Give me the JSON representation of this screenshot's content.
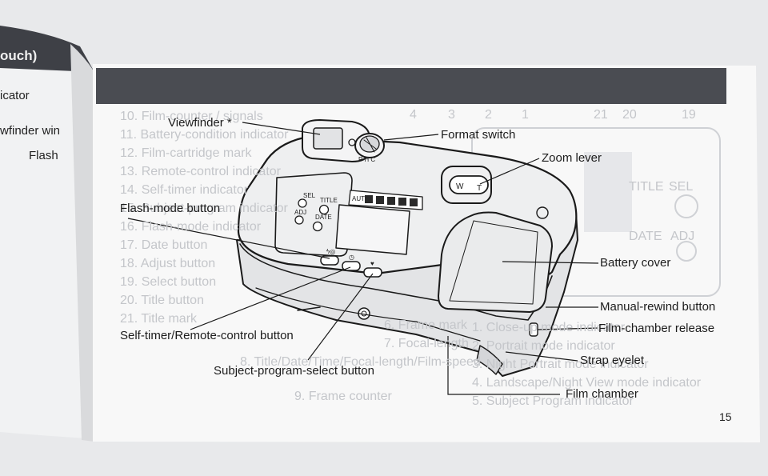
{
  "left_page": {
    "header_title": "ouch)",
    "lines": [
      "icator",
      "wfinder win",
      "Flash"
    ]
  },
  "labels": {
    "viewfinder": "Viewfinder *",
    "format_switch": "Format switch",
    "zoom_lever": "Zoom lever",
    "flash_mode_button": "Flash-mode button",
    "battery_cover": "Battery cover",
    "manual_rewind_button": "Manual-rewind button",
    "film_chamber_release": "Film-chamber release",
    "self_timer_button": "Self-timer/Remote-control button",
    "strap_eyelet": "Strap eyelet",
    "subject_program_button": "Subject-program-select button",
    "film_chamber": "Film chamber"
  },
  "camera": {
    "format_switch_marks": "P H C",
    "zoom_wide": "W",
    "zoom_tele": "T",
    "button_labels": [
      "SEL",
      "ADJ",
      "TITLE",
      "DATE",
      "AUTO"
    ]
  },
  "bleed_through": {
    "left_list": [
      "10. Film-counter / signals",
      "11. Battery-condition indicator",
      "12. Film-cartridge mark",
      "13. Remote-control indicator",
      "14. Self-timer indicator",
      "15. Subject-program indicator",
      "16. Flash-mode indicator",
      "17. Date button",
      "18. Adjust button",
      "19. Select button",
      "20. Title button",
      "21. Title mark"
    ],
    "right_list": [
      "1. Close-up mode indicator",
      "2. Portrait mode indicator",
      "3. Night Portrait mode indicator",
      "4. Landscape/Night View mode indicator",
      "5. Subject Program indicator"
    ],
    "middle_list": [
      "6. Frame mark",
      "7. Focal-length",
      "8. Title/Date/Time/Focal-length/Film-speed",
      "9. Frame counter"
    ],
    "top_numbers": [
      "4",
      "3",
      "2",
      "1",
      "21",
      "20",
      "19"
    ],
    "panel_labels": [
      "SEL",
      "ADJ",
      "TITLE",
      "DATE"
    ]
  },
  "page_number": "15",
  "colors": {
    "header_bar": "#4a4c52",
    "page": "#f7f7f7",
    "ink": "#1c1c1c",
    "ghost_text": "#c4c6ca"
  }
}
